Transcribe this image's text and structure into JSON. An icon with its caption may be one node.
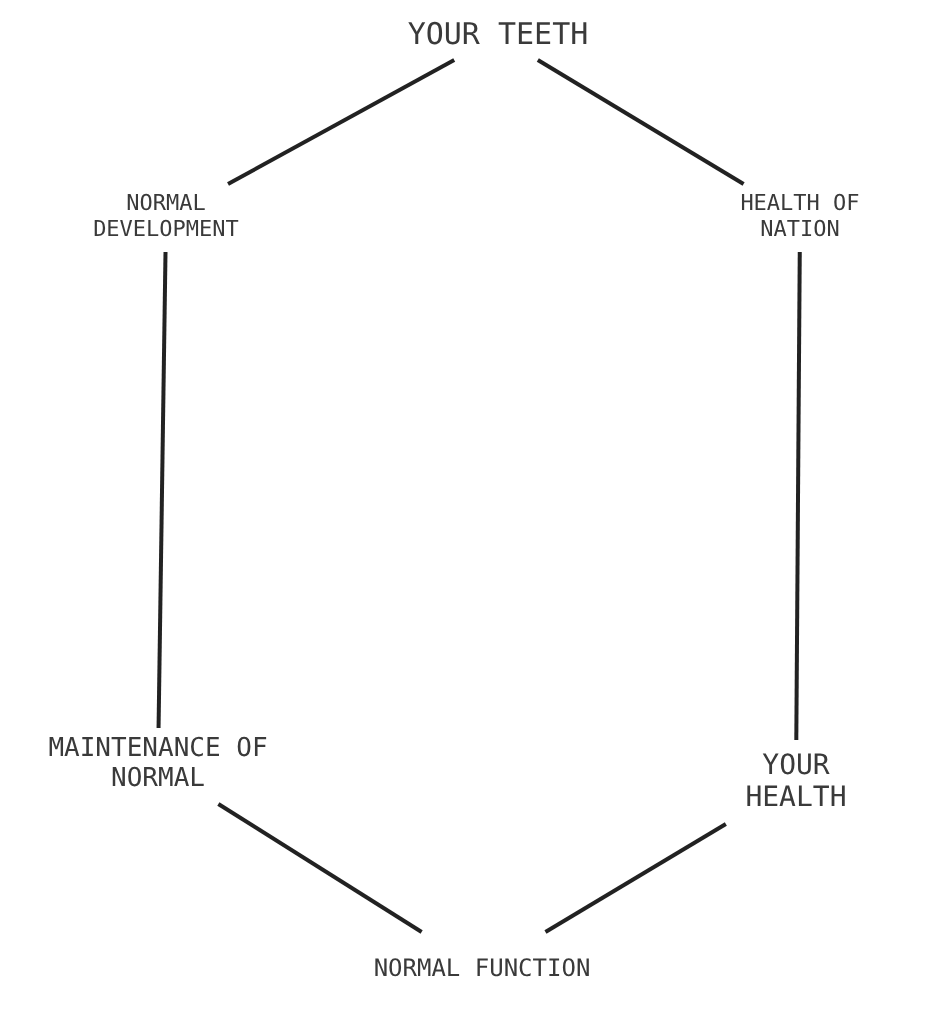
{
  "diagram": {
    "nodes": [
      {
        "text": [
          "YOUR TEETH"
        ]
      },
      {
        "text": [
          "NORMAL DEVELOPMENT"
        ]
      },
      {
        "text": [
          "HEALTH OF NATION"
        ]
      },
      {
        "text": [
          "MAINTENANCE OF NORMAL"
        ]
      },
      {
        "text": [
          "YOUR HEALTH"
        ]
      },
      {
        "text": [
          "NORMAL FUNCTION"
        ]
      }
    ],
    "edges": [
      {
        "from": 0,
        "to": 1,
        "arrow": "none"
      },
      {
        "from": 0,
        "to": 2,
        "arrow": "none"
      },
      {
        "from": 1,
        "to": 3,
        "arrow": "none"
      },
      {
        "from": 2,
        "to": 4,
        "arrow": "none"
      },
      {
        "from": 3,
        "to": 5,
        "arrow": "none"
      },
      {
        "from": 4,
        "to": 5,
        "arrow": "none"
      }
    ]
  }
}
